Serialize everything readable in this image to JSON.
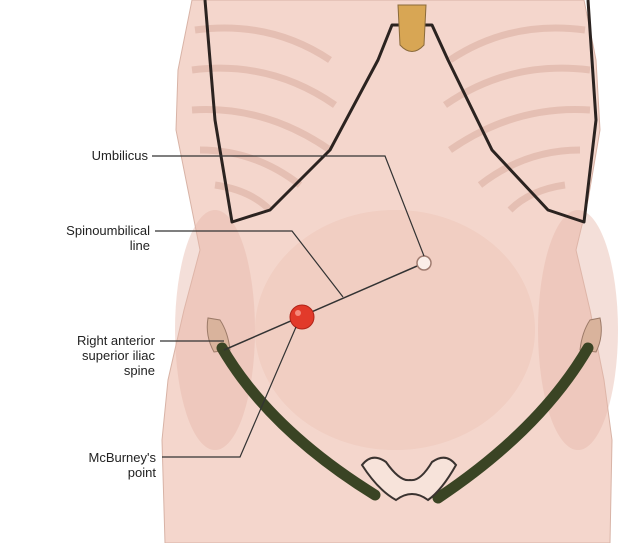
{
  "labels": {
    "umbilicus": "Umbilicus",
    "spinoumbilical_line": [
      "Spinoumbilical",
      "line"
    ],
    "right_asis": [
      "Right anterior",
      "superior iliac",
      "spine"
    ],
    "mcburneys_point": [
      "McBurney's",
      "point"
    ]
  },
  "colors": {
    "skin": "#f4d6cc",
    "skin_shadow": "#e7b9ab",
    "rib_line": "#d9ae9f",
    "outline": "#2b2320",
    "xiphoid": "#d8a654",
    "inguinal_ligament": "#3a4424",
    "mcburney_point": "#e23a2a",
    "leader_line": "#333333"
  }
}
